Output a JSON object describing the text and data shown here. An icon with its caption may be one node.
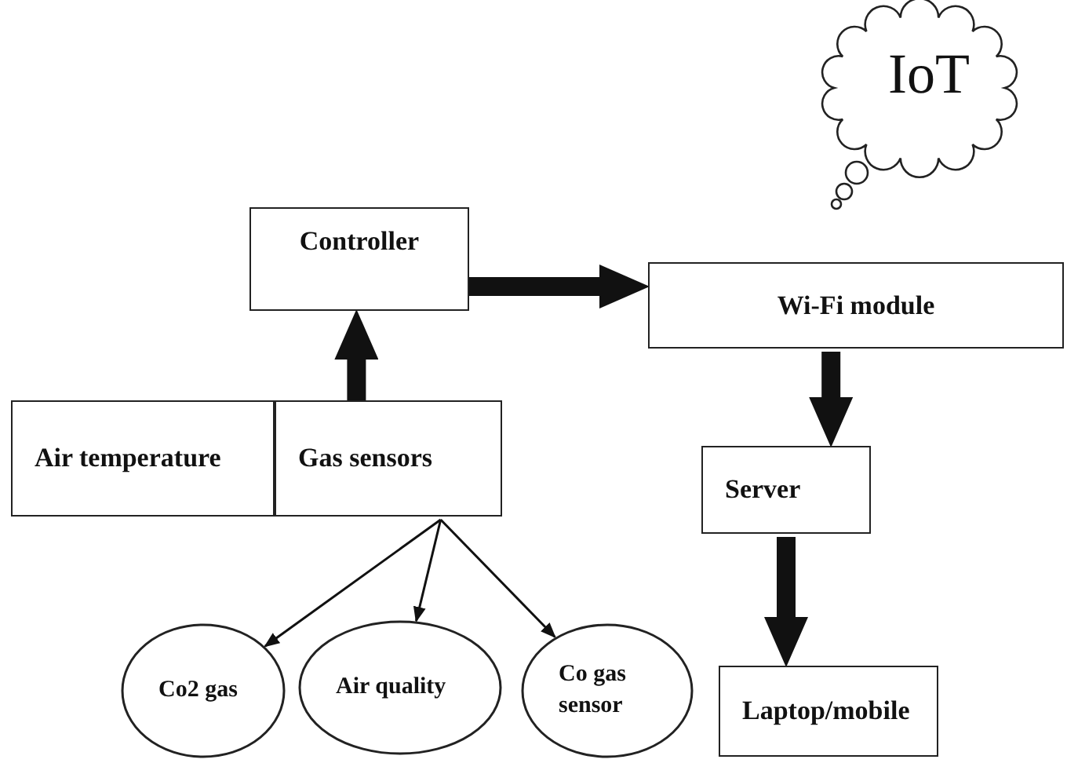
{
  "diagram": {
    "nodes": [
      {
        "text": [
          "Controller"
        ]
      },
      {
        "text": [
          "Wi-Fi module"
        ]
      },
      {
        "text": [
          "Air temperature"
        ]
      },
      {
        "text": [
          "Gas sensors"
        ]
      },
      {
        "text": [
          "Co2 gas"
        ]
      },
      {
        "text": [
          "Air quality"
        ]
      },
      {
        "text": [
          "Co gas sensor"
        ]
      },
      {
        "text": [
          "Server"
        ]
      },
      {
        "text": [
          "Laptop/mobile"
        ]
      },
      {
        "text": [
          "IoT"
        ]
      }
    ],
    "edges": [
      {
        "from": 3,
        "to": 0,
        "arrow": "to"
      },
      {
        "from": 0,
        "to": 1,
        "arrow": "to"
      },
      {
        "from": 1,
        "to": 7,
        "arrow": "to"
      },
      {
        "from": 7,
        "to": 8,
        "arrow": "to"
      },
      {
        "from": 3,
        "to": 4,
        "arrow": "to"
      },
      {
        "from": 3,
        "to": 5,
        "arrow": "to"
      },
      {
        "from": 3,
        "to": 6,
        "arrow": "to"
      }
    ]
  }
}
